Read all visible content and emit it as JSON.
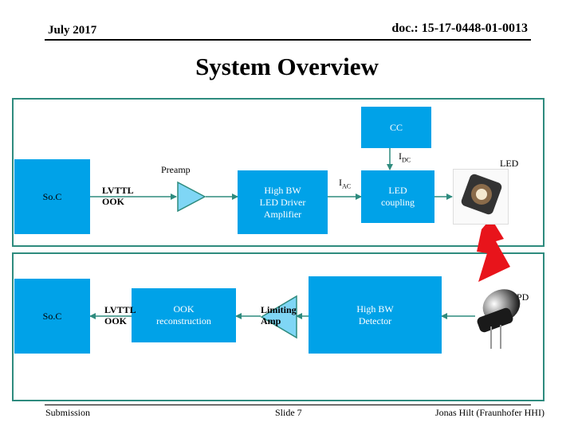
{
  "header": {
    "date": "July 2017",
    "doc_id": "doc.: 15-17-0448-01-0013"
  },
  "title": "System Overview",
  "tx": {
    "cc": "CC",
    "soc": "So.C",
    "signal": [
      "LVTTL",
      "OOK"
    ],
    "preamp": "Preamp",
    "driver": [
      "High BW",
      "LED Driver",
      "Amplifier"
    ],
    "idc": "I",
    "idc_sub": "DC",
    "iac": "I",
    "iac_sub": "AC",
    "coupling": [
      "LED",
      "coupling"
    ],
    "led": "LED"
  },
  "rx": {
    "soc": "So.C",
    "signal": [
      "LVTTL",
      "OOK"
    ],
    "recon": [
      "OOK",
      "reconstruction"
    ],
    "limiting": [
      "Limiting",
      "Amp"
    ],
    "detector": [
      "High BW",
      "Detector"
    ],
    "pd": "PD"
  },
  "footer": {
    "left": "Submission",
    "center": "Slide 7",
    "right": "Jonas Hilt (Fraunhofer HHI)"
  },
  "colors": {
    "block": "#00a2e8",
    "panel_border": "#2e8b7e",
    "triangle": "#7fd6f5",
    "lightning": "#e8141b"
  }
}
